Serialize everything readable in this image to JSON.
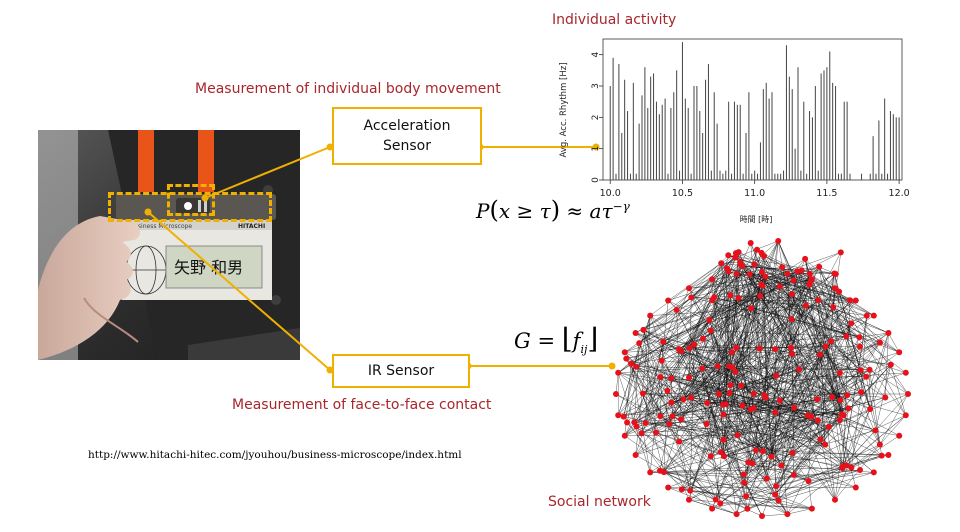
{
  "labels": {
    "individual_activity": "Individual activity",
    "body_movement": "Measurement of individual body movement",
    "face_contact": "Measurement of face-to-face contact",
    "social_network": "Social network",
    "url": "http://www.hitachi-hitec.com/jyouhou/business-microscope/index.html"
  },
  "boxes": {
    "acceleration_sensor": "Acceleration\nSensor",
    "ir_sensor": "IR Sensor"
  },
  "formulas": {
    "power_law": "P(x ≥ τ) ≈ aτ^−γ",
    "matrix": "G = [f_ij]"
  },
  "badge": {
    "brand": "HITACHI",
    "product": "Business Microscope",
    "name": "矢野 和男"
  },
  "colors": {
    "accent": "#f0b000",
    "label_red": "#a8262c",
    "node_red": "#e8101a"
  },
  "chart_data": {
    "type": "bar",
    "title": "",
    "xlabel": "時間 [時]",
    "ylabel": "Avg. Acc. Rhythm [Hz]",
    "xlim": [
      9.95,
      12.02
    ],
    "ylim": [
      0,
      4.5
    ],
    "xticks": [
      "10.0",
      "10.5",
      "11.0",
      "11.5",
      "12.0"
    ],
    "xtick_values": [
      10.0,
      10.5,
      11.0,
      11.5,
      12.0
    ],
    "yticks": [
      "0",
      "1",
      "2",
      "3",
      "4"
    ],
    "ytick_values": [
      0,
      1,
      2,
      3,
      4
    ],
    "x": [
      10.0,
      10.02,
      10.04,
      10.06,
      10.08,
      10.1,
      10.12,
      10.14,
      10.16,
      10.18,
      10.2,
      10.22,
      10.24,
      10.26,
      10.28,
      10.3,
      10.32,
      10.34,
      10.36,
      10.38,
      10.4,
      10.42,
      10.44,
      10.46,
      10.48,
      10.5,
      10.52,
      10.54,
      10.56,
      10.58,
      10.6,
      10.62,
      10.64,
      10.66,
      10.68,
      10.7,
      10.72,
      10.74,
      10.76,
      10.78,
      10.8,
      10.82,
      10.84,
      10.86,
      10.88,
      10.9,
      10.92,
      10.94,
      10.96,
      10.98,
      11.0,
      11.02,
      11.04,
      11.06,
      11.08,
      11.1,
      11.12,
      11.14,
      11.16,
      11.18,
      11.2,
      11.22,
      11.24,
      11.26,
      11.28,
      11.3,
      11.32,
      11.34,
      11.36,
      11.38,
      11.4,
      11.42,
      11.44,
      11.46,
      11.48,
      11.5,
      11.52,
      11.54,
      11.56,
      11.58,
      11.6,
      11.62,
      11.64,
      11.66,
      11.68,
      11.7,
      11.72,
      11.74,
      11.76,
      11.78,
      11.8,
      11.82,
      11.84,
      11.86,
      11.88,
      11.9,
      11.92,
      11.94,
      11.96,
      11.98,
      12.0
    ],
    "values": [
      3.0,
      3.9,
      0.2,
      3.7,
      1.5,
      3.2,
      2.2,
      0.2,
      3.1,
      0.2,
      1.8,
      2.7,
      3.6,
      2.3,
      3.3,
      3.4,
      2.5,
      2.1,
      2.4,
      2.6,
      0.2,
      2.3,
      2.8,
      3.5,
      0.3,
      4.4,
      2.6,
      2.3,
      0.2,
      3.0,
      3.0,
      2.2,
      1.5,
      3.2,
      3.7,
      0.3,
      2.8,
      1.8,
      0.3,
      0.2,
      0.3,
      2.5,
      0.2,
      2.5,
      2.4,
      2.4,
      0.2,
      1.5,
      2.8,
      0.2,
      0.3,
      0.2,
      1.2,
      2.9,
      3.1,
      2.6,
      2.8,
      0.2,
      0.2,
      0.2,
      0.3,
      4.3,
      3.3,
      2.9,
      1.0,
      3.6,
      0.3,
      2.5,
      0.2,
      2.2,
      2.0,
      3.0,
      0.3,
      3.4,
      3.5,
      3.6,
      4.1,
      3.1,
      3.0,
      0.2,
      0.2,
      2.5,
      2.5,
      0.2,
      0.0,
      0.0,
      0.0,
      0.2,
      0.0,
      0.0,
      0.2,
      1.4,
      0.2,
      1.9,
      0.2,
      2.6,
      0.2,
      2.2,
      2.1,
      2.0,
      2.0
    ]
  }
}
